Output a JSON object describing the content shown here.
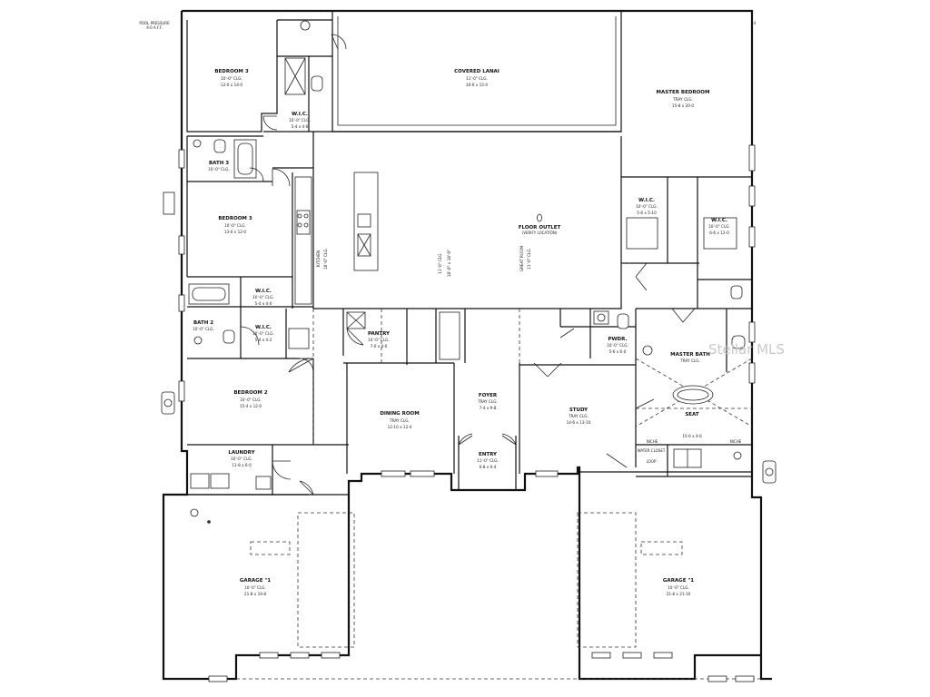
{
  "notes": {
    "pool_pressure": "POOL PRESSURE",
    "pool_pressure_sub": "4-0 A.F.F.",
    "corner_mark": "4"
  },
  "rooms": {
    "bedroom3": {
      "name": "BEDROOM 3",
      "ceiling": "10'-0\" CLG.",
      "size": "12-0 x 14-0"
    },
    "covered_lanai": {
      "name": "COVERED LANAI",
      "ceiling": "11'-0\" CLG.",
      "size": "30-6 x 15-0"
    },
    "master_bedroom": {
      "name": "MASTER BEDROOM",
      "ceiling": "TRAY CLG.",
      "size": "15-8 x 20-0"
    },
    "wic_bed3": {
      "name": "W.I.C.",
      "ceiling": "10'-0\" CLG.",
      "size": "5-4 x 4-0"
    },
    "bath3": {
      "name": "BATH 3",
      "ceiling": "10'-0\" CLG."
    },
    "bedroom_mid": {
      "name": "BEDROOM 3",
      "ceiling": "10'-0\" CLG.",
      "size": "13-0 x 12-0"
    },
    "wic_bed_mid": {
      "name": "W.I.C.",
      "ceiling": "10'-0\" CLG.",
      "size": "5-4 x 4-0"
    },
    "bath2": {
      "name": "BATH 2",
      "ceiling": "10'-0\" CLG."
    },
    "wic_bath2": {
      "name": "W.I.C.",
      "ceiling": "10'-0\" CLG.",
      "size": "5-4 x 4-2"
    },
    "bedroom2": {
      "name": "BEDROOM 2",
      "ceiling": "10'-0\" CLG.",
      "size": "15-4 x 12-0"
    },
    "laundry": {
      "name": "LAUNDRY",
      "ceiling": "10'-0\" CLG.",
      "size": "11-8 x 6-0"
    },
    "pantry": {
      "name": "PANTRY",
      "ceiling": "10'-0\" CLG.",
      "size": "7-0 x 4-0"
    },
    "dining": {
      "name": "DINING ROOM",
      "ceiling": "TRAY CLG.",
      "size": "12-10 x 12-4"
    },
    "foyer": {
      "name": "FOYER",
      "ceiling": "TRAY CLG.",
      "size": "7-4 x 9-8"
    },
    "entry": {
      "name": "ENTRY",
      "ceiling": "11'-0\" CLG.",
      "size": "6-8 x 6-4"
    },
    "study": {
      "name": "STUDY",
      "ceiling": "TRAY CLG.",
      "size": "14-6 x 13-10"
    },
    "pwdr": {
      "name": "PWDR.",
      "ceiling": "10'-0\" CLG.",
      "size": "5-6 x 6-0"
    },
    "master_bath": {
      "name": "MASTER BATH",
      "ceiling": "TRAY CLG."
    },
    "seat": {
      "name": "SEAT"
    },
    "shower": {
      "size": "15-6 x 4-6"
    },
    "niche_left": {
      "name": "NICHE"
    },
    "niche_right": {
      "name": "NICHE"
    },
    "water_closet": {
      "name": "WATER CLOSET",
      "sub": "LOOP"
    },
    "wic_master_left": {
      "name": "W.I.C.",
      "ceiling": "10'-0\" CLG.",
      "size": "5-6 x 5-10"
    },
    "wic_master_right": {
      "name": "W.I.C.",
      "ceiling": "10'-0\" CLG.",
      "size": "6-6 x 12-0"
    },
    "floor_outlet": {
      "name": "FLOOR OUTLET",
      "sub": "(VERIFY LOCATION)"
    },
    "garage1": {
      "name": "GARAGE \"1",
      "ceiling": "10'-0\" CLG.",
      "size": "21-8 x 19-8"
    },
    "garage2": {
      "name": "GARAGE \"1",
      "ceiling": "10'-0\" CLG.",
      "size": "21-8 x 21-10"
    }
  },
  "vertical_labels": {
    "living_a": "11'-0\" CLG.",
    "living_b": "18'-0\" x 18'-0\"",
    "kitchen_a": "KITCHEN",
    "kitchen_b": "10'-0\" CLG.",
    "great_a": "GREAT ROOM",
    "great_b": "11'-0\" CLG."
  },
  "watermark": "Stellar MLS"
}
